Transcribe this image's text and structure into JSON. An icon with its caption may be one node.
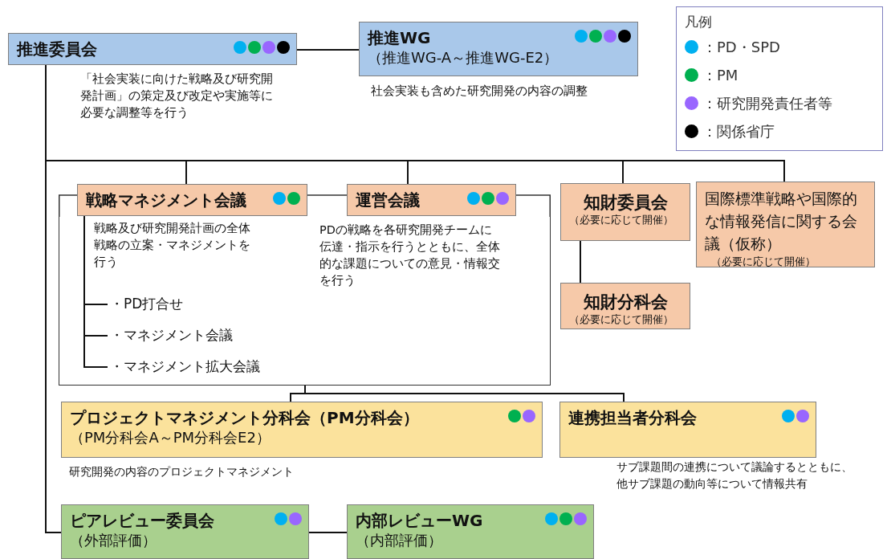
{
  "diagram": {
    "nodes": [
      {
        "text": [
          "推進委員会"
        ],
        "beside": [
          "「社会実装に向けた戦略及び研究開発計画」の策定及び改定や実施等に必要な調整等を行う"
        ]
      },
      {
        "text": [
          "推進WG",
          "（推進WG-A～推進WG-E2）"
        ],
        "beside": [
          "社会実装も含めた研究開発の内容の調整"
        ]
      },
      {
        "text": [],
        "shape": "box"
      },
      {
        "text": [
          "戦略マネジメント会議"
        ]
      },
      {
        "text": [
          "運営会議"
        ]
      },
      {
        "text": [
          "知財委員会",
          "（必要に応じて開催）"
        ]
      },
      {
        "text": [
          "国際標準戦略や国際的な情報発信に関する会議（仮称）",
          "（必要に応じて開催）"
        ]
      },
      {
        "text": [
          "・PD打合せ"
        ],
        "in": 2
      },
      {
        "text": [
          "・マネジメント会議"
        ],
        "in": 2
      },
      {
        "text": [
          "・マネジメント拡大会議"
        ],
        "in": 2
      },
      {
        "text": [
          "知財分科会",
          "（必要に応じて開催）"
        ]
      },
      {
        "text": [
          "プロジェクトマネジメント分科会（PM分科会）",
          "（PM分科会A～PM分科会E2）"
        ],
        "beside": [
          "研究開発の内容のプロジェクトマネジメント"
        ]
      },
      {
        "text": [
          "連携担当者分科会"
        ],
        "beside": [
          "サブ課題間の連携について議論するとともに、他サブ課題の動向等について情報共有"
        ]
      },
      {
        "text": [
          "ピアレビュー委員会",
          "（外部評価）"
        ]
      },
      {
        "text": [
          "内部レビューWG",
          "（内部評価）"
        ]
      }
    ],
    "edges": [
      {
        "from": 0,
        "to": 1,
        "arrow": "none"
      },
      {
        "from": 0,
        "to": 3,
        "arrow": "none"
      },
      {
        "from": 0,
        "to": 4,
        "arrow": "none"
      },
      {
        "from": 0,
        "to": 5,
        "arrow": "none"
      },
      {
        "from": 0,
        "to": 6,
        "arrow": "none"
      },
      {
        "from": 0,
        "to": 13,
        "arrow": "none"
      },
      {
        "from": 3,
        "to": 7,
        "arrow": "none"
      },
      {
        "from": 3,
        "to": 8,
        "arrow": "none"
      },
      {
        "from": 3,
        "to": 9,
        "arrow": "none"
      },
      {
        "from": 5,
        "to": 10,
        "arrow": "none"
      },
      {
        "from": 2,
        "to": 11,
        "arrow": "none"
      },
      {
        "from": 2,
        "to": 12,
        "arrow": "none"
      },
      {
        "from": 13,
        "to": 14,
        "arrow": "none"
      }
    ],
    "labels": [
      "凡例",
      "戦略及び研究開発計画の全体戦略の立案・マネジメントを行う",
      "PDの戦略を各研究開発チームに伝達・指示を行うとともに、全体的な課題についての意見・情報交を行う"
    ],
    "legend": [
      {
        "text": "：PD・SPD",
        "color": "#00b0f0"
      },
      {
        "text": "：PM",
        "color": "#00b050"
      },
      {
        "text": "：研究開発責任者等",
        "color": "#9966ff"
      },
      {
        "text": "：関係省庁",
        "color": "#000000"
      }
    ]
  }
}
